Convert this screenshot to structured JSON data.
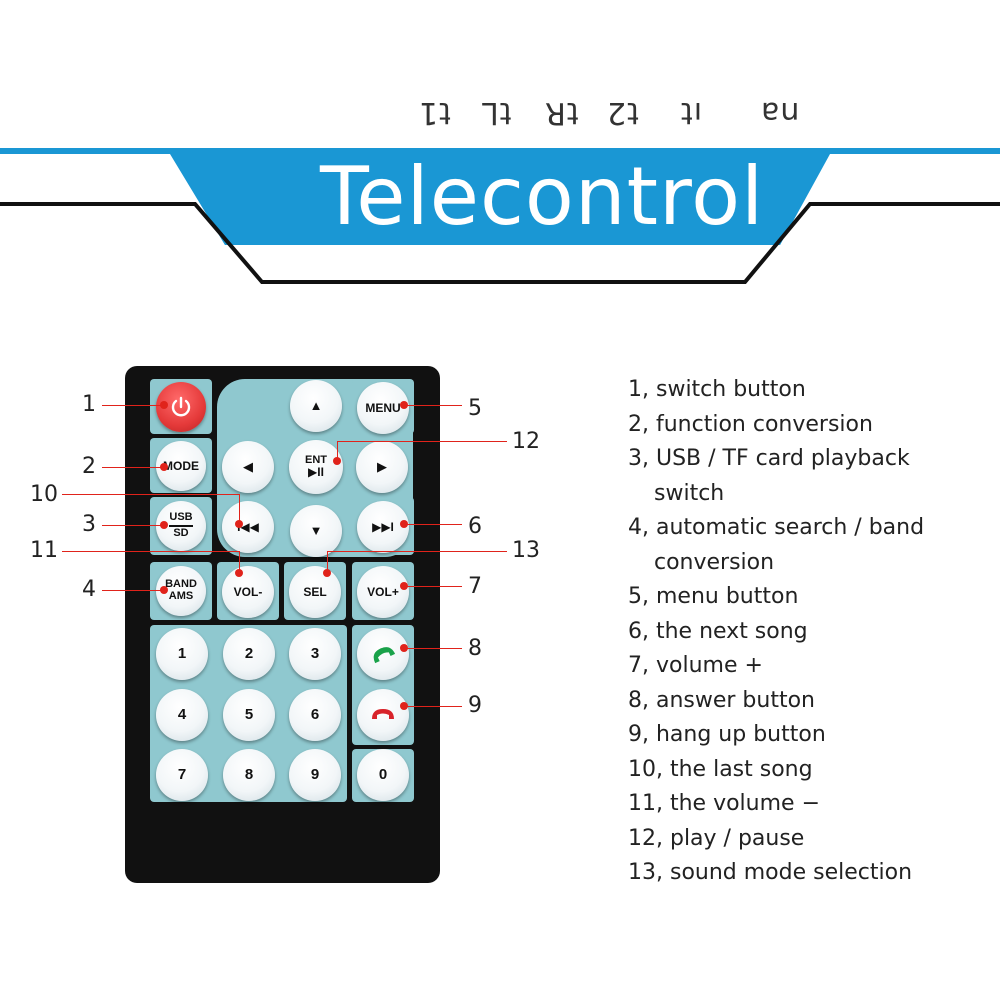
{
  "header": {
    "title": "Telecontrol",
    "fragments": [
      "t1",
      "tL",
      "tR",
      "t2",
      "ıt",
      "na"
    ],
    "accent_color": "#1a97d4"
  },
  "remote": {
    "buttons": {
      "power": "",
      "up": "▲",
      "menu": "MENU",
      "mode": "MODE",
      "left": "◀",
      "ent_top": "ENT",
      "ent_bottom": "▶II",
      "right": "▶",
      "usb_top": "USB",
      "usb_bottom": "SD",
      "prev": "I◀◀",
      "down": "▼",
      "next": "▶▶I",
      "band_top": "BAND",
      "band_bottom": "AMS",
      "vol_minus": "VOL-",
      "sel": "SEL",
      "vol_plus": "VOL+",
      "n1": "1",
      "n2": "2",
      "n3": "3",
      "n4": "4",
      "n5": "5",
      "n6": "6",
      "n7": "7",
      "n8": "8",
      "n9": "9",
      "n0": "0",
      "answer_icon": "phone-answer-icon",
      "hangup_icon": "phone-hangup-icon"
    }
  },
  "callouts": {
    "c1": "1",
    "c2": "2",
    "c3": "3",
    "c4": "4",
    "c5": "5",
    "c6": "6",
    "c7": "7",
    "c8": "8",
    "c9": "9",
    "c10": "10",
    "c11": "11",
    "c12": "12",
    "c13": "13"
  },
  "legend": {
    "l1": "1, switch button",
    "l2": "2, function conversion",
    "l3a": "3, USB / TF card playback",
    "l3b": "switch",
    "l4a": "4, automatic search / band",
    "l4b": "conversion",
    "l5": "5, menu button",
    "l6": "6, the next song",
    "l7": "7, volume +",
    "l8": "8, answer button",
    "l9": "9, hang up button",
    "l10": "10, the last song",
    "l11": "11, the volume −",
    "l12": "12, play / pause",
    "l13": "13, sound mode selection"
  }
}
